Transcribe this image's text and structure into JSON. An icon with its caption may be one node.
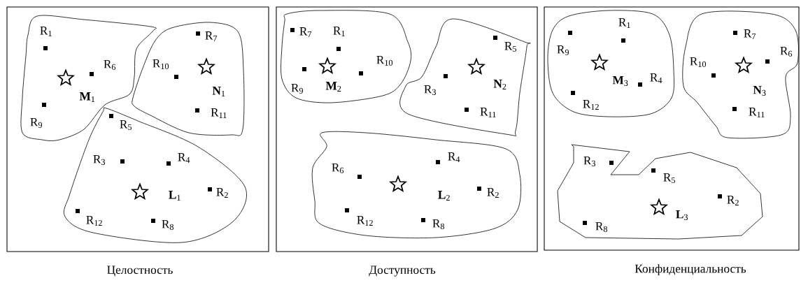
{
  "diagram": {
    "nodes": [
      {
        "text": [
          "Целостность"
        ]
      },
      {
        "text": [
          "R$_{1}$",
          "R$_{6}$",
          "**M**$_{1}$",
          "R$_{9}$"
        ],
        "in": 0
      },
      {
        "text": [
          "R$_{7}$",
          "R$_{10}$",
          "**N**$_{1}$",
          "R$_{11}$"
        ],
        "in": 0
      },
      {
        "text": [
          "R$_{5}$",
          "R$_{3}$",
          "R$_{4}$",
          "**L**$_{1}$",
          "R$_{2}$",
          "R$_{12}$",
          "R$_{8}$"
        ],
        "in": 0
      },
      {
        "text": [
          "Доступность"
        ]
      },
      {
        "text": [
          "R$_{7}$",
          "R$_{1}$",
          "R$_{10}$",
          "R$_{9}$",
          "**M**$_{2}$"
        ],
        "in": 4
      },
      {
        "text": [
          "R$_{5}$",
          "R$_{3}$",
          "**N**$_{2}$",
          "R$_{11}$"
        ],
        "in": 4
      },
      {
        "text": [
          "R$_{4}$",
          "R$_{6}$",
          "**L**$_{2}$",
          "R$_{2}$",
          "R$_{12}$",
          "R$_{8}$"
        ],
        "in": 4
      },
      {
        "text": [
          "Конфиденциальность"
        ]
      },
      {
        "text": [
          "R$_{1}$",
          "R$_{9}$",
          "**M**$_{3}$",
          "R$_{4}$",
          "R$_{12}$"
        ],
        "in": 8
      },
      {
        "text": [
          "R$_{7}$",
          "R$_{6}$",
          "R$_{10}$",
          "**N**$_{3}$",
          "R$_{11}$"
        ],
        "in": 8
      },
      {
        "text": [
          "R$_{3}$",
          "R$_{5}$",
          "R$_{2}$",
          "**L**$_{3}$",
          "R$_{8}$"
        ],
        "in": 8
      }
    ]
  }
}
